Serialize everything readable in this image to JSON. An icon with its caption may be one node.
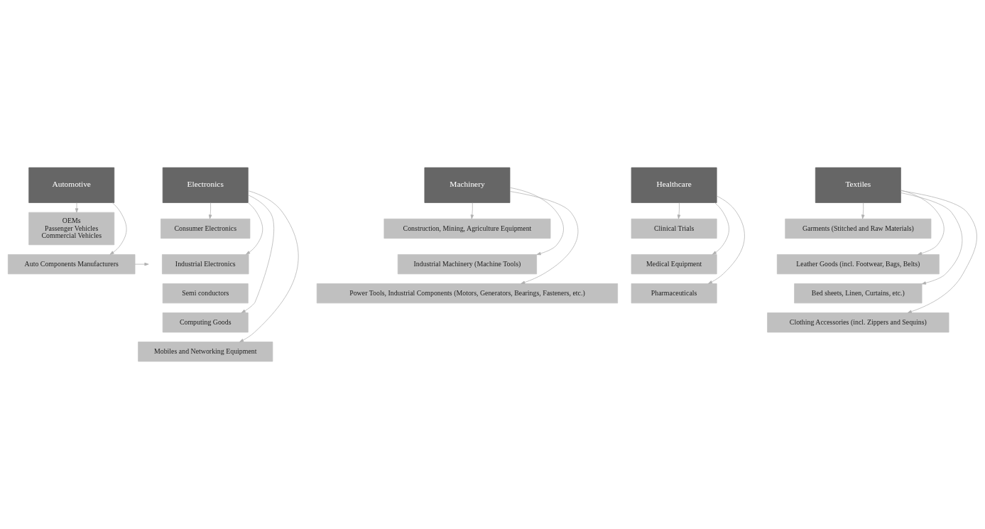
{
  "diagram": {
    "nodes": [
      {
        "text": [
          "Automotive"
        ]
      },
      {
        "text": [
          "OEMs",
          "Passenger Vehicles",
          "Commercial Vehicles"
        ]
      },
      {
        "text": [
          "Auto Components Manufacturers"
        ]
      },
      {
        "text": [
          "Electronics"
        ]
      },
      {
        "text": [
          "Consumer Electronics"
        ]
      },
      {
        "text": [
          "Industrial Electronics"
        ]
      },
      {
        "text": [
          "Semi conductors"
        ]
      },
      {
        "text": [
          "Computing Goods"
        ]
      },
      {
        "text": [
          "Mobiles and Networking Equipment"
        ]
      },
      {
        "text": [
          "Machinery"
        ]
      },
      {
        "text": [
          "Construction, Mining, Agriculture Equipment"
        ]
      },
      {
        "text": [
          "Industrial Machinery (Machine Tools)"
        ]
      },
      {
        "text": [
          "Power Tools, Industrial Components (Motors, Generators, Bearings, Fasteners, etc.)"
        ]
      },
      {
        "text": [
          "Healthcare"
        ]
      },
      {
        "text": [
          "Clinical Trials"
        ]
      },
      {
        "text": [
          "Medical Equipment"
        ]
      },
      {
        "text": [
          "Pharmaceuticals"
        ]
      },
      {
        "text": [
          "Textiles"
        ]
      },
      {
        "text": [
          "Garments (Stitched and Raw Materials)"
        ]
      },
      {
        "text": [
          "Leather Goods (incl. Footwear, Bags, Belts)"
        ]
      },
      {
        "text": [
          "Bed sheets, Linen, Curtains, etc.)"
        ]
      },
      {
        "text": [
          "Clothing Accessories (incl. Zippers and Sequins)"
        ]
      }
    ],
    "edges": [
      {
        "from": 0,
        "to": 1,
        "arrow": "to"
      },
      {
        "from": 0,
        "to": 2,
        "arrow": "to"
      },
      {
        "from": 2,
        "to": null,
        "arrow": "to"
      },
      {
        "from": 3,
        "to": 4,
        "arrow": "to"
      },
      {
        "from": 3,
        "to": 5,
        "arrow": "to"
      },
      {
        "from": 3,
        "to": 7,
        "arrow": "to"
      },
      {
        "from": 3,
        "to": 8,
        "arrow": "to"
      },
      {
        "from": 9,
        "to": 10,
        "arrow": "to"
      },
      {
        "from": 9,
        "to": 11,
        "arrow": "to"
      },
      {
        "from": 9,
        "to": 12,
        "arrow": "to"
      },
      {
        "from": 13,
        "to": 14,
        "arrow": "to"
      },
      {
        "from": 13,
        "to": 15,
        "arrow": "to"
      },
      {
        "from": 13,
        "to": 16,
        "arrow": "to"
      },
      {
        "from": 17,
        "to": 18,
        "arrow": "to"
      },
      {
        "from": 17,
        "to": 19,
        "arrow": "to"
      },
      {
        "from": 17,
        "to": 20,
        "arrow": "to"
      },
      {
        "from": 17,
        "to": 21,
        "arrow": "to"
      }
    ]
  }
}
